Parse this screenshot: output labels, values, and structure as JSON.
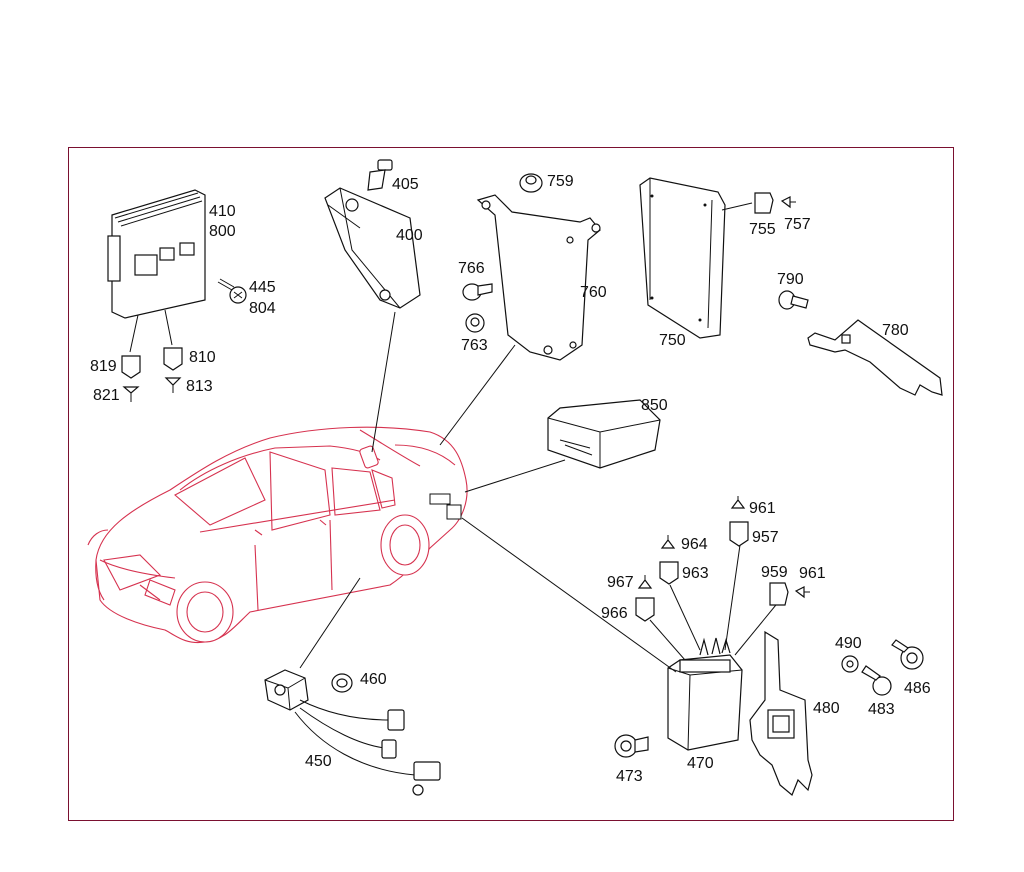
{
  "diagram": {
    "parts": [
      {
        "id": "410",
        "label": "410"
      },
      {
        "id": "800",
        "label": "800"
      },
      {
        "id": "445",
        "label": "445"
      },
      {
        "id": "804",
        "label": "804"
      },
      {
        "id": "819",
        "label": "819"
      },
      {
        "id": "810",
        "label": "810"
      },
      {
        "id": "821",
        "label": "821"
      },
      {
        "id": "813",
        "label": "813"
      },
      {
        "id": "405",
        "label": "405"
      },
      {
        "id": "400",
        "label": "400"
      },
      {
        "id": "759",
        "label": "759"
      },
      {
        "id": "766",
        "label": "766"
      },
      {
        "id": "760",
        "label": "760"
      },
      {
        "id": "763",
        "label": "763"
      },
      {
        "id": "755",
        "label": "755"
      },
      {
        "id": "757",
        "label": "757"
      },
      {
        "id": "790",
        "label": "790"
      },
      {
        "id": "750",
        "label": "750"
      },
      {
        "id": "780",
        "label": "780"
      },
      {
        "id": "850",
        "label": "850"
      },
      {
        "id": "961a",
        "label": "961"
      },
      {
        "id": "957",
        "label": "957"
      },
      {
        "id": "964",
        "label": "964"
      },
      {
        "id": "963",
        "label": "963"
      },
      {
        "id": "967",
        "label": "967"
      },
      {
        "id": "959",
        "label": "959"
      },
      {
        "id": "961b",
        "label": "961"
      },
      {
        "id": "966",
        "label": "966"
      },
      {
        "id": "490",
        "label": "490"
      },
      {
        "id": "486",
        "label": "486"
      },
      {
        "id": "483",
        "label": "483"
      },
      {
        "id": "480",
        "label": "480"
      },
      {
        "id": "460",
        "label": "460"
      },
      {
        "id": "450",
        "label": "450"
      },
      {
        "id": "473",
        "label": "473"
      },
      {
        "id": "470",
        "label": "470"
      }
    ]
  },
  "colors": {
    "frame": "#7a1030",
    "car_outline": "#d6324f",
    "linework": "#111111"
  }
}
